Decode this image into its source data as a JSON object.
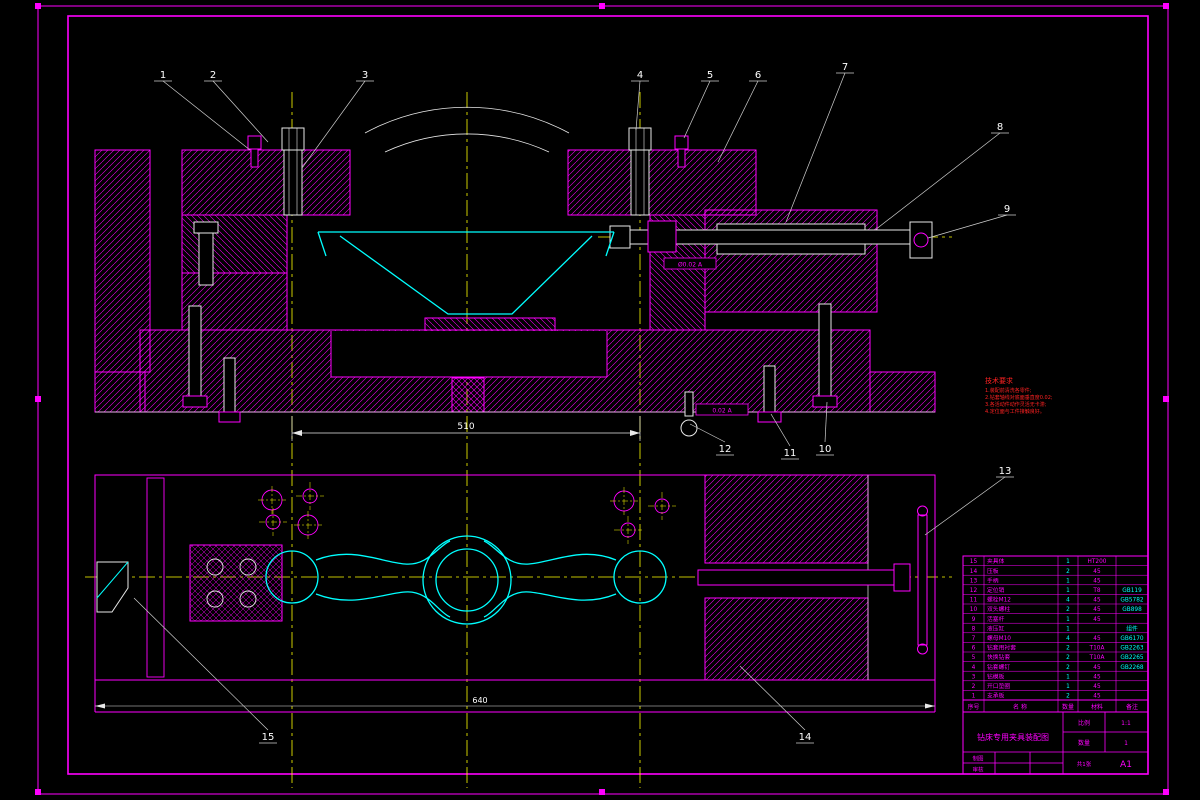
{
  "drawing": {
    "title": "钻床专用夹具装配图",
    "callouts": [
      "1",
      "2",
      "3",
      "4",
      "5",
      "6",
      "7",
      "8",
      "9",
      "10",
      "11",
      "12",
      "13",
      "14",
      "15"
    ],
    "dimensions": {
      "dim_510": "510",
      "dim_640": "640"
    },
    "tolerance_frames": [
      "Ø0.02 A",
      "0.02 A"
    ],
    "tech_requirements": {
      "title": "技术要求",
      "lines": [
        "1.装配前清洗各零件;",
        "2.钻套轴线对底面垂直度0.02;",
        "3.各活动件动作灵活无卡滞;",
        "4.定位面与工件接触良好。"
      ]
    }
  },
  "bom": {
    "headers": [
      "序号",
      "名 称",
      "数量",
      "材料",
      "备注"
    ],
    "rows": [
      {
        "no": "15",
        "name": "夹具体",
        "qty": "1",
        "material": "HT200",
        "note": ""
      },
      {
        "no": "14",
        "name": "压板",
        "qty": "2",
        "material": "45",
        "note": ""
      },
      {
        "no": "13",
        "name": "手柄",
        "qty": "1",
        "material": "45",
        "note": ""
      },
      {
        "no": "12",
        "name": "定位销",
        "qty": "1",
        "material": "T8",
        "note": "GB119"
      },
      {
        "no": "11",
        "name": "螺栓M12",
        "qty": "4",
        "material": "45",
        "note": "GB5782"
      },
      {
        "no": "10",
        "name": "双头螺柱",
        "qty": "2",
        "material": "45",
        "note": "GB898"
      },
      {
        "no": "9",
        "name": "活塞杆",
        "qty": "1",
        "material": "45",
        "note": ""
      },
      {
        "no": "8",
        "name": "液压缸",
        "qty": "1",
        "material": "",
        "note": "组件"
      },
      {
        "no": "7",
        "name": "螺母M10",
        "qty": "4",
        "material": "45",
        "note": "GB6170"
      },
      {
        "no": "6",
        "name": "钻套用衬套",
        "qty": "2",
        "material": "T10A",
        "note": "GB2263"
      },
      {
        "no": "5",
        "name": "快换钻套",
        "qty": "2",
        "material": "T10A",
        "note": "GB2265"
      },
      {
        "no": "4",
        "name": "钻套螺钉",
        "qty": "2",
        "material": "45",
        "note": "GB2268"
      },
      {
        "no": "3",
        "name": "钻模板",
        "qty": "1",
        "material": "45",
        "note": ""
      },
      {
        "no": "2",
        "name": "开口垫圈",
        "qty": "1",
        "material": "45",
        "note": ""
      },
      {
        "no": "1",
        "name": "支承板",
        "qty": "2",
        "material": "45",
        "note": ""
      }
    ]
  },
  "title_block": {
    "title": "钻床专用夹具装配图",
    "drafter_label": "制图",
    "checker_label": "审核",
    "scale_label": "比例",
    "scale_value": "1:1",
    "qty_label": "数量",
    "qty_value": "1",
    "sheet_label": "共1张",
    "format_value": "A1"
  },
  "colors": {
    "line": "#FF00FF",
    "part": "#00FFFF",
    "centerline": "#FFFF00",
    "note": "#FF0000",
    "background": "#000000",
    "text": "#FFFFFF"
  }
}
